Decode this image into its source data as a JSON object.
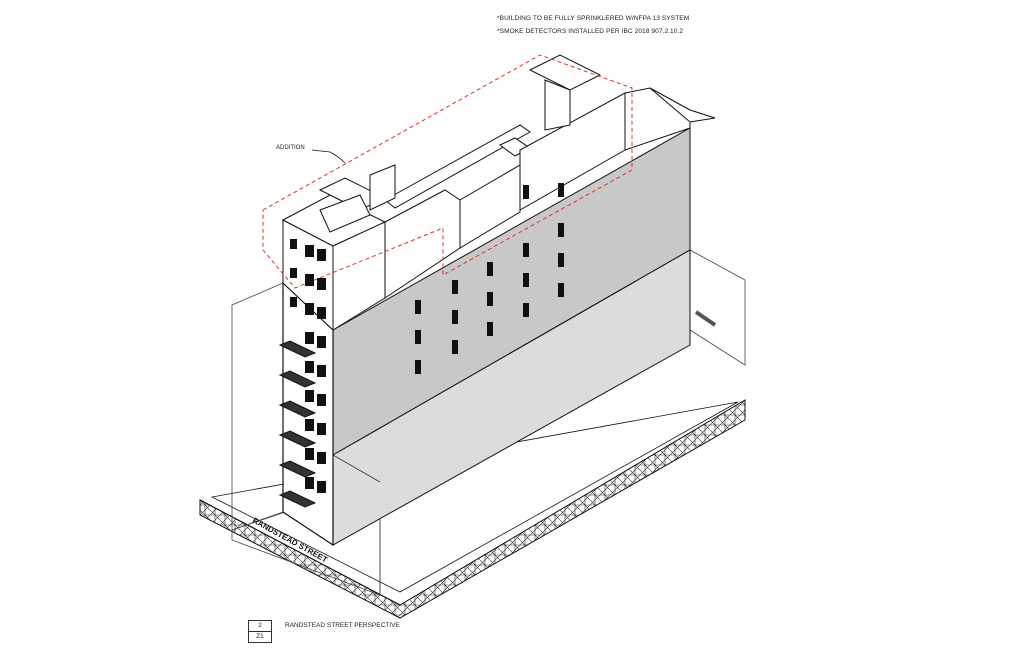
{
  "notes": [
    "*BUILDING TO BE FULLY SPRINKLERED W/NFPA 13 SYSTEM",
    "*SMOKE DETECTORS INSTALLED PER IBC 2018 907.2.10.2"
  ],
  "addition_label": "ADDITION",
  "street_label": "RANDSTEAD STREET",
  "view_tag": {
    "number": "2",
    "sheet": "Z1",
    "title": "RANDSTEAD STREET PERSPECTIVE"
  },
  "colors": {
    "addition_outline": "#e0302f",
    "side_face": "#c8c8c8",
    "side_face_lower": "#dcdcdc",
    "line": "#111111"
  }
}
